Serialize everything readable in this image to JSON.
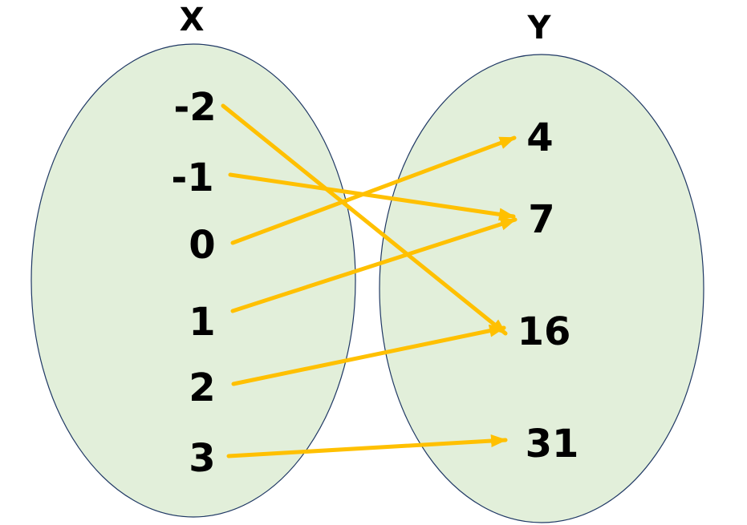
{
  "diagram": {
    "domain_set": {
      "label": "X",
      "elements": [
        "-2",
        "-1",
        "0",
        "1",
        "2",
        "3"
      ]
    },
    "codomain_set": {
      "label": "Y",
      "elements": [
        "4",
        "7",
        "16",
        "31"
      ]
    },
    "mappings": [
      {
        "from": "-2",
        "to": "16"
      },
      {
        "from": "-1",
        "to": "7"
      },
      {
        "from": "0",
        "to": "4"
      },
      {
        "from": "1",
        "to": "7"
      },
      {
        "from": "2",
        "to": "16"
      },
      {
        "from": "3",
        "to": "31"
      }
    ],
    "colors": {
      "set_fill": "#e2efda",
      "set_stroke": "#1f3864",
      "arrow": "#ffc000",
      "text": "#000000"
    }
  }
}
